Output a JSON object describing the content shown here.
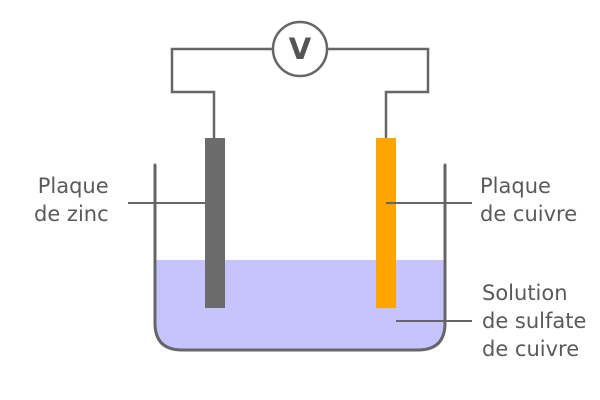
{
  "diagram": {
    "voltmeter_symbol": "V",
    "labels": {
      "zinc_plate": [
        "Plaque",
        "de zinc"
      ],
      "copper_plate": [
        "Plaque",
        "de cuivre"
      ],
      "solution": [
        "Solution",
        "de sulfate",
        "de cuivre"
      ]
    },
    "colors": {
      "wire": "#666666",
      "zinc_electrode": "#6b6b6b",
      "copper_electrode": "#ffa500",
      "solution": "#c7c3fd",
      "beaker_outline": "#666666",
      "voltmeter_fill": "#ffffff"
    },
    "icons": {
      "voltmeter": "voltmeter-icon"
    }
  }
}
